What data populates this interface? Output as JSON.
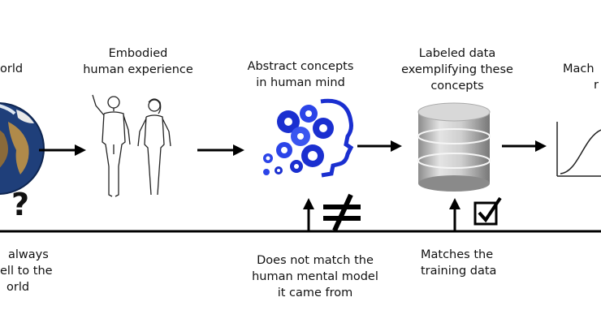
{
  "stages": [
    {
      "label_line1": "orld",
      "label_line2": ""
    },
    {
      "label_line1": "Embodied",
      "label_line2": "human experience"
    },
    {
      "label_line1": "Abstract concepts",
      "label_line2": "in human mind"
    },
    {
      "label_line1": "Labeled data",
      "label_line2": "exemplifying these",
      "label_line3": "concepts"
    },
    {
      "label_line1": "Mach",
      "label_line2": "r"
    }
  ],
  "bottom_notes": [
    {
      "line1": "always",
      "line2": "ell to the",
      "line3": "orld"
    },
    {
      "line1": "Does not match the",
      "line2": "human mental model",
      "line3": "it came from"
    },
    {
      "line1": "Matches the",
      "line2": "training data"
    }
  ],
  "symbols": {
    "question": "?",
    "not_equal": "≠",
    "check": "✓"
  }
}
